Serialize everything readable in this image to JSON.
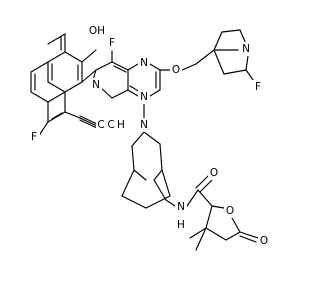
{
  "molecule": {
    "atom_labels": {
      "oh": "OH",
      "f_naph": "F",
      "f_pyr": "F",
      "f_pyrrolizidine": "F",
      "n_pyr_ring": "N",
      "n_pyrimidine_top": "N",
      "n_pyrimidine_bottom": "N",
      "n_pyrrolizidine": "N",
      "o_ether": "O",
      "n_bicyclic_top": "N",
      "n_amide": "N",
      "o_amide": "O",
      "o_lactone_ring": "O",
      "o_lactone_carbonyl": "O",
      "alkyne_c1": "C",
      "alkyne_c2": "C",
      "alkyne_h": "H",
      "h_bridge": "H"
    },
    "colors": {
      "bond": "#000000",
      "label": "#000000",
      "background": "#ffffff"
    }
  }
}
